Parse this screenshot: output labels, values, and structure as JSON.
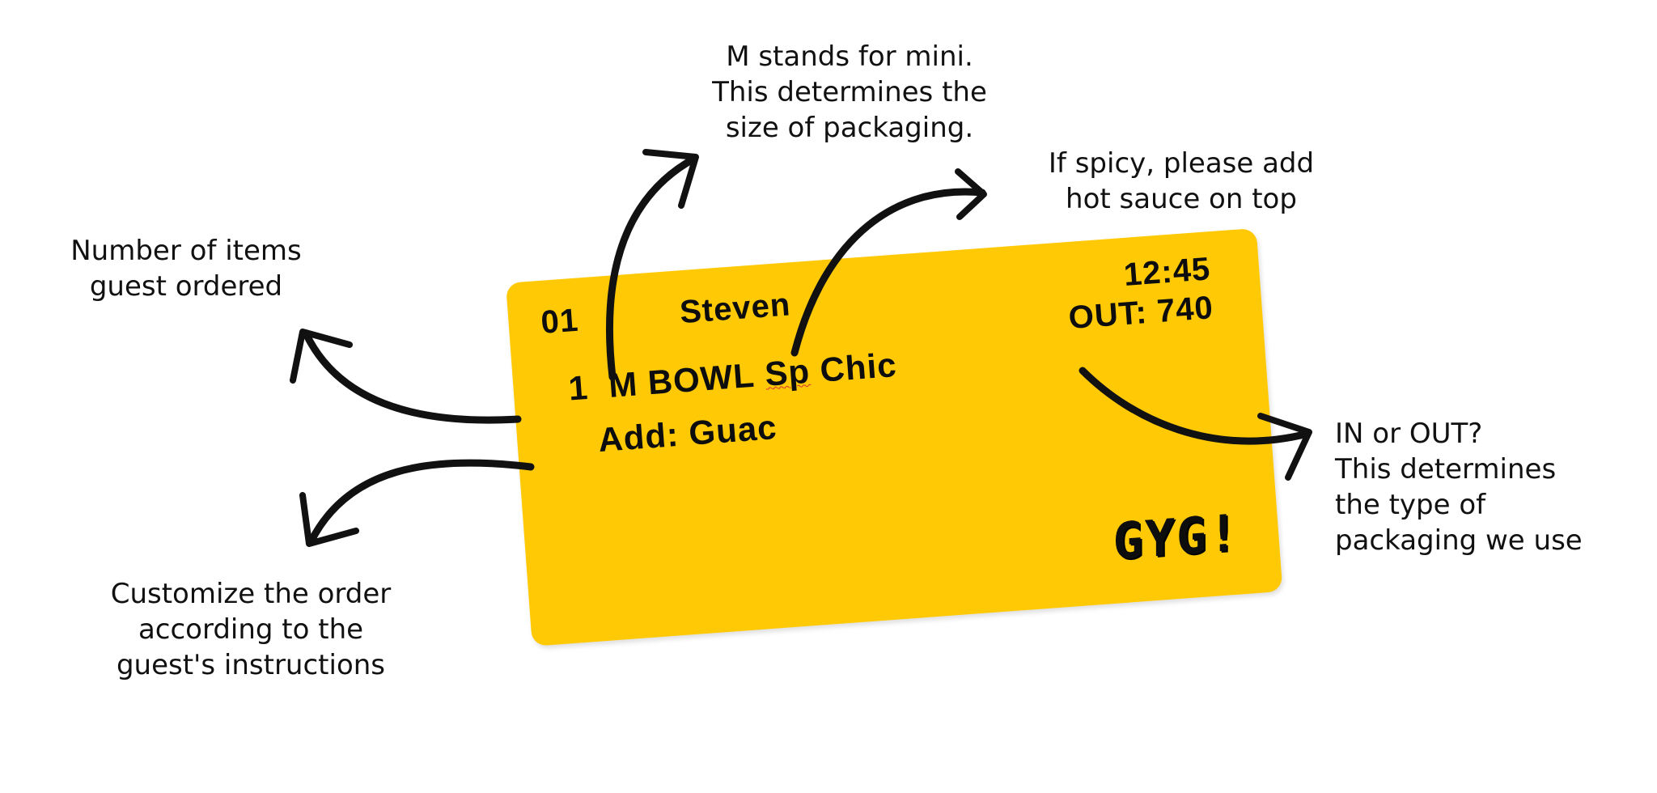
{
  "annotations": {
    "mini": [
      "M stands for mini.",
      "This determines the",
      "size of packaging."
    ],
    "spicy": [
      "If spicy, please add",
      "hot sauce on top"
    ],
    "items": [
      "Number of items",
      "guest ordered"
    ],
    "customize": [
      "Customize the order",
      "according to the",
      "guest's instructions"
    ],
    "in_out": [
      "IN or OUT?",
      "This determines",
      "the type of",
      "packaging we use"
    ]
  },
  "ticket": {
    "order_number": "01",
    "guest_name": "Steven",
    "time": "12:45",
    "out_label": "OUT: 740",
    "item_quantity": "1",
    "item_size": "M",
    "item_name": "BOWL",
    "item_spicy": "Sp",
    "item_protein": "Chic",
    "add_on": "Add: Guac",
    "logo": "GYG!"
  },
  "colors": {
    "ticket_background": "#ffca05",
    "text": "#111111"
  }
}
